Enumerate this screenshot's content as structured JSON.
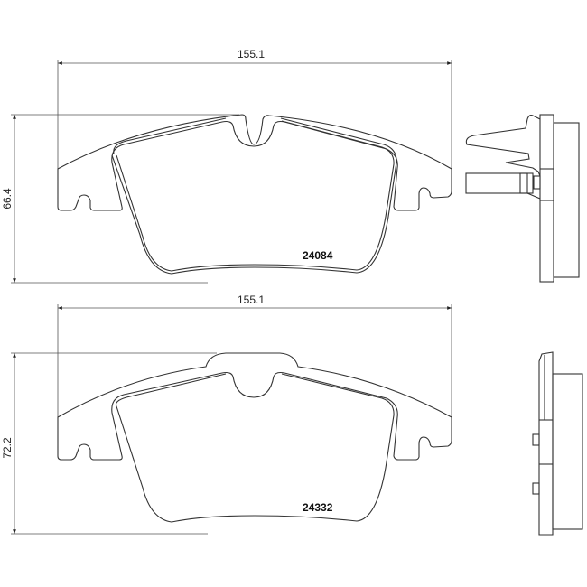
{
  "pads": [
    {
      "part_number": "24084",
      "width_label": "155.1",
      "height_label": "66.4"
    },
    {
      "part_number": "24332",
      "width_label": "155.1",
      "height_label": "72.2"
    }
  ]
}
